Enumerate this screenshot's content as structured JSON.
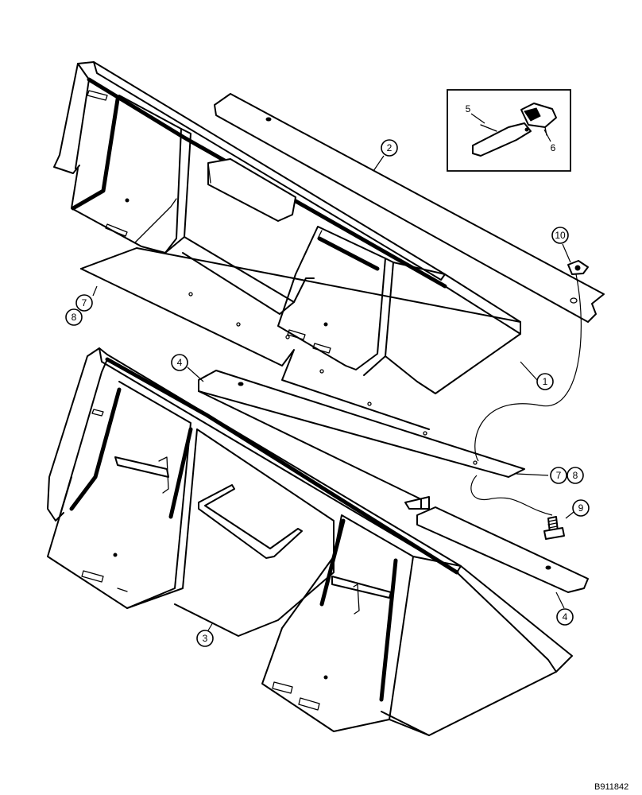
{
  "drawing_code": "B911842",
  "callouts": {
    "c1": "1",
    "c2": "2",
    "c3": "3",
    "c4_upper": "4",
    "c4_lower": "4",
    "c5": "5",
    "c6": "6",
    "c7_left": "7",
    "c8_left": "8",
    "c7_right": "7",
    "c8_right": "8",
    "c9": "9",
    "c10": "10"
  }
}
